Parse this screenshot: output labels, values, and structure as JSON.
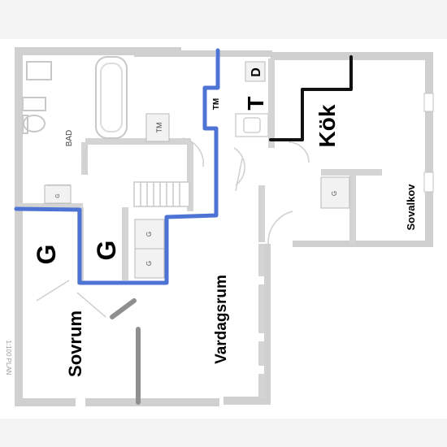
{
  "rooms": {
    "bad": "BAD",
    "kok": "Kök",
    "sovalkov": "Sovalkov",
    "vardagsrum": "Vardagsrum",
    "sovrum": "Sovrum"
  },
  "marks": {
    "t": "T",
    "d": "D",
    "tm1": "TM",
    "tm2": "TM",
    "g_big1": "G",
    "g_big2": "G",
    "g_small1": "G",
    "g_small2": "G",
    "g_small3": "G",
    "g_small4": "G"
  },
  "edge_text": "1:100 PLAN",
  "colors": {
    "wall": "#d0d0d0",
    "wall_dark": "#bdbdbd",
    "route_blue": "#4d74d4",
    "route_black": "#111111",
    "gray_path": "#8f8f8f"
  }
}
